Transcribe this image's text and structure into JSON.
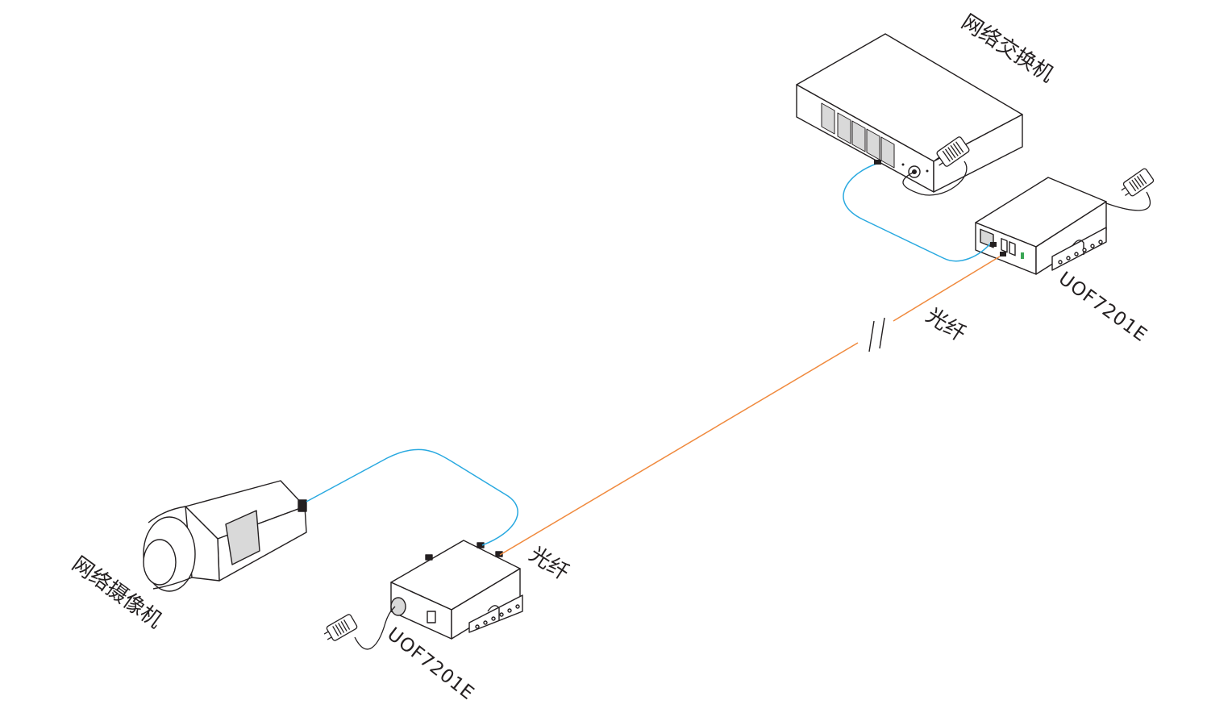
{
  "labels": {
    "switch": "网络交换机",
    "camera": "网络摄像机",
    "fiber_top": "光纤",
    "fiber_bottom": "光纤",
    "model_top": "UOF7201E",
    "model_bottom": "UOF7201E"
  },
  "colors": {
    "ethernet_cable": "#29a9e0",
    "fiber_cable": "#f08a3e",
    "outline": "#231f20",
    "port_fill": "#d9d9d9"
  }
}
